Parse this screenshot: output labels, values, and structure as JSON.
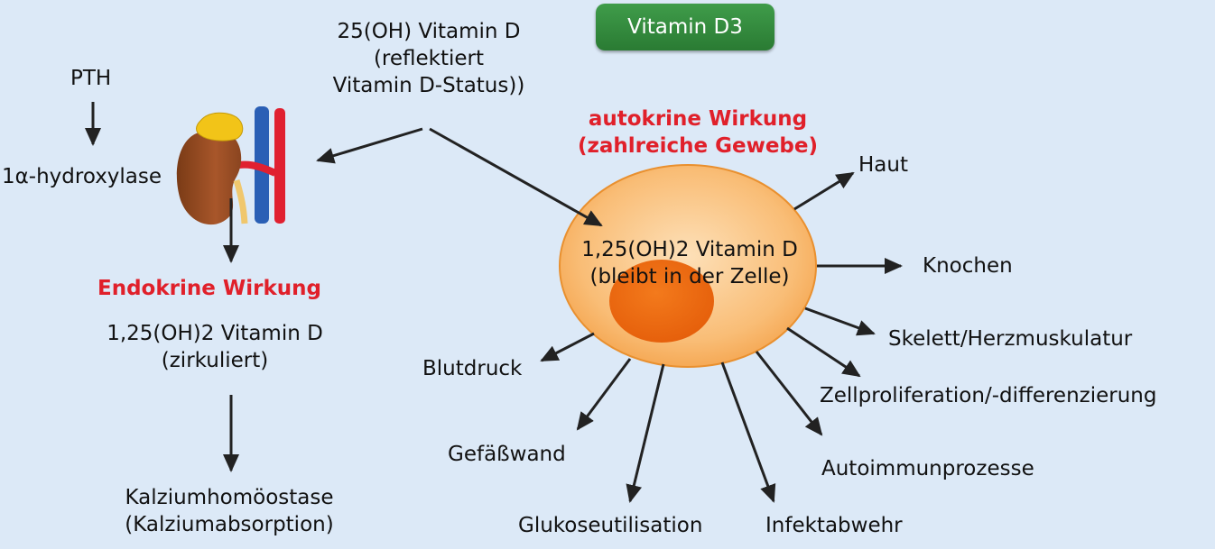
{
  "title_badge": "Vitamin D3",
  "top_source": {
    "line1": "25(OH) Vitamin D",
    "line2": "(reflektiert",
    "line3": "Vitamin D-Status))"
  },
  "left": {
    "pth": "PTH",
    "hydroxylase": "1α-hydroxylase",
    "endocrine_title": "Endokrine Wirkung",
    "circulating_line1": "1,25(OH)2 Vitamin D",
    "circulating_line2": "(zirkuliert)",
    "result_line1": "Kalziumhomöostase",
    "result_line2": "(Kalziumabsorption)"
  },
  "right": {
    "autocrine_line1": "autokrine Wirkung",
    "autocrine_line2": "(zahlreiche Gewebe)",
    "cell_line1": "1,25(OH)2 Vitamin D",
    "cell_line2": "(bleibt in der Zelle)"
  },
  "targets": {
    "haut": "Haut",
    "knochen": "Knochen",
    "skelett": "Skelett/Herzmuskulatur",
    "zellproliferation": "Zellproliferation/-differenzierung",
    "autoimmun": "Autoimmunprozesse",
    "infektabwehr": "Infektabwehr",
    "glukose": "Glukoseutilisation",
    "gefaesswand": "Gefäßwand",
    "blutdruck": "Blutdruck"
  },
  "colors": {
    "background": "#dce9f7",
    "badge_green": "#2f8a3a",
    "accent_red": "#e0202a",
    "cell_outer": "#f8b66a",
    "cell_nucleus": "#ee6a12"
  },
  "icons": [
    "kidney-icon",
    "blood-vessel-icon"
  ]
}
